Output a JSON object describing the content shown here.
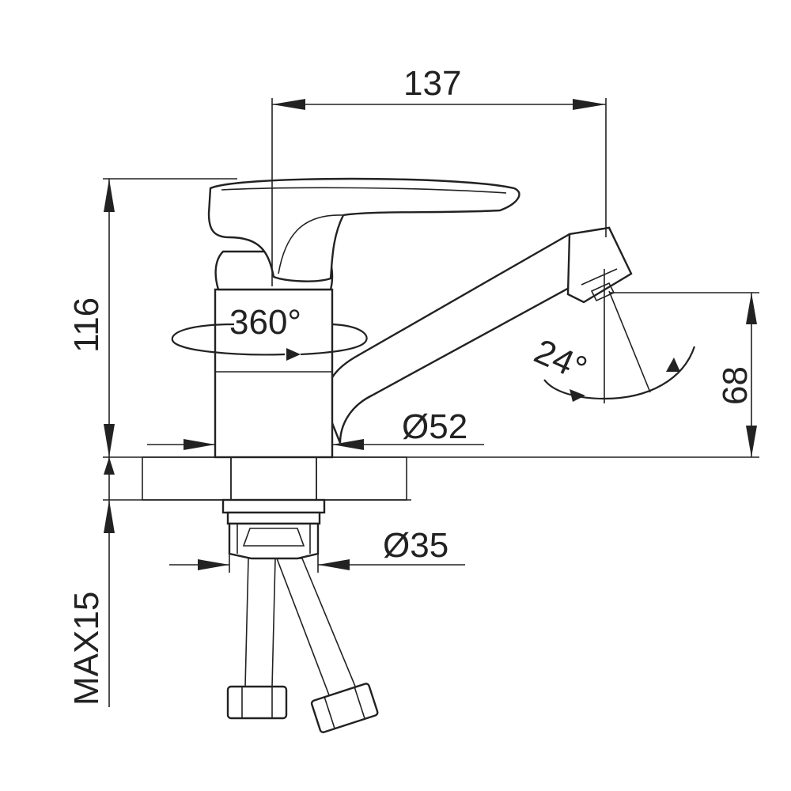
{
  "dimensions": {
    "reach": "137",
    "height": "116",
    "spout_height": "68",
    "base_diameter": "Ø52",
    "shank_diameter": "Ø35",
    "max_thickness": "MAX15",
    "rotation": "360°",
    "spout_angle": "24°"
  }
}
